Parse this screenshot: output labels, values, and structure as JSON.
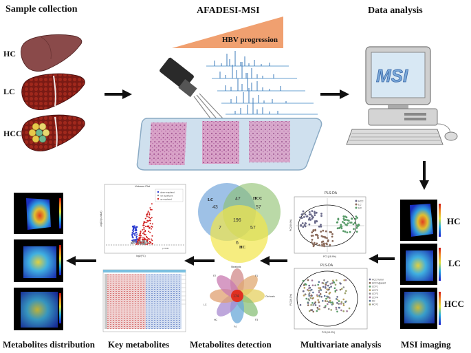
{
  "titles": {
    "sample_collection": "Sample collection",
    "afadesi": "AFADESI-MSI",
    "data_analysis": "Data analysis",
    "msi_imaging": "MSI imaging",
    "multivariate": "Multivariate analysis",
    "detection": "Metabolites detection",
    "key": "Key metabolites",
    "distribution": "Metabolites distribution"
  },
  "groups": {
    "hc": "HC",
    "lc": "LC",
    "hcc": "HCC"
  },
  "progression_label": "HBV progression",
  "monitor_label": "MSI",
  "venn": {
    "sets": [
      "LC",
      "HCC",
      "HC"
    ],
    "lc_only": "43",
    "top_shared": "47",
    "hcc_only": "57",
    "center": "196",
    "left_shared": "7",
    "right_shared": "57",
    "hc_only": "6"
  },
  "volcano": {
    "title": "Volcano Plot",
    "legend": [
      "down-regulated",
      "not significant",
      "up-regulated"
    ],
    "xlabel": "log2(FC)",
    "ylabel": "-log10(p-value)",
    "threshold": "p: 0.05"
  },
  "plsda_top": {
    "title": "PLS-DA",
    "xlabel": "PC1(18.9%)",
    "ylabel": "PC2(8.4%)",
    "legend": [
      "HCC",
      "LC",
      "HC"
    ]
  },
  "plsda_bottom": {
    "title": "PLS-DA",
    "xlabel": "PC1(13.2%)",
    "ylabel": "PC2(6.1%)",
    "legend": [
      "HCC Tumor",
      "HCC Adjacent",
      "LC F1",
      "LC F2",
      "LC F3",
      "LC F4",
      "HC",
      "HC F1"
    ]
  },
  "flower": {
    "center": "174",
    "labels": [
      "Steatosis",
      "F1",
      "F2",
      "F3",
      "F4",
      "HC",
      "Cirrhosis",
      "LC"
    ]
  },
  "colors": {
    "arrow": "#111111",
    "liver": "#8a4a4a",
    "lesion": "#7a1a14",
    "tumor": "#e8c84a",
    "slide": "#cfe0ee",
    "tissue": "#c97fb0",
    "wedge": "#f0a070",
    "venn_lc": "#6a9fd8",
    "venn_hcc": "#8cc06c",
    "venn_hc": "#f2e64a",
    "heat_red": "#e8a0a0",
    "heat_blue": "#a0b8e0",
    "pls_green": "#5a9c6a",
    "pls_brown": "#8a6a5a",
    "pls_slate": "#6a6a8a"
  }
}
